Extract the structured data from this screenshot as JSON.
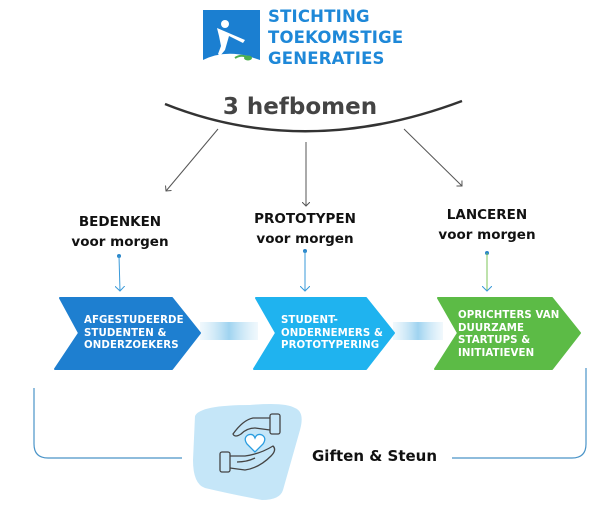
{
  "logo": {
    "lines": [
      "STICHTING",
      "TOEKOMSTIGE",
      "GENERATIES"
    ],
    "icon": "jumping-figure-with-leaf-icon",
    "brand_color": "#1b7fd1"
  },
  "title": "3 hefbomen",
  "stages": [
    {
      "heading": "BEDENKEN",
      "sub": "voor morgen",
      "chevron_lines": [
        "AFGESTUDEERDE",
        "STUDENTEN &",
        "ONDERZOEKERS"
      ],
      "color": "#1e7fd0"
    },
    {
      "heading": "PROTOTYPEN",
      "sub": "voor morgen",
      "chevron_lines": [
        "STUDENT-",
        "ONDERNEMERS &",
        "PROTOTYPERING"
      ],
      "color": "#1fb3ef"
    },
    {
      "heading": "LANCEREN",
      "sub": "voor morgen",
      "chevron_lines": [
        "OPRICHTERS VAN",
        "DUURZAME",
        "STARTUPS &",
        "INITIATIEVEN"
      ],
      "color": "#5cbb46"
    }
  ],
  "footer": {
    "label": "Giften & Steun",
    "icon": "hands-heart-icon"
  }
}
